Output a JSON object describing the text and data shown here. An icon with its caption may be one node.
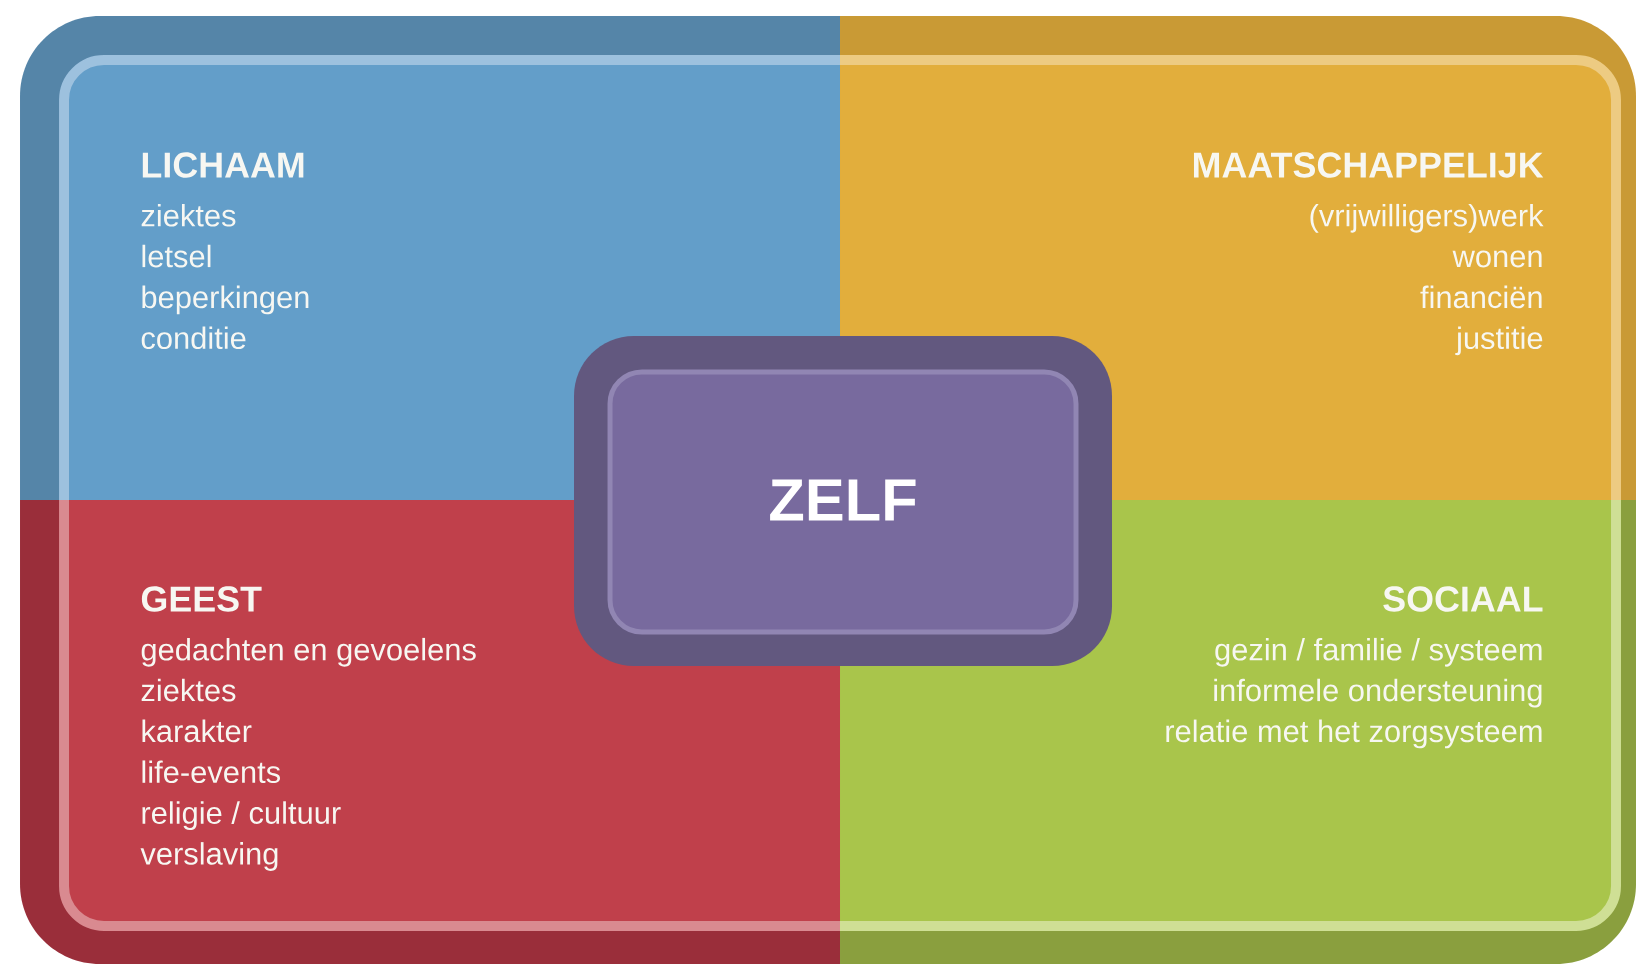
{
  "diagram": {
    "nodes": [
      {
        "text": [
          "LICHAAM",
          "ziektes",
          "letsel",
          "beperkingen",
          "conditie"
        ]
      },
      {
        "text": [
          "MAATSCHAPPELIJK",
          "(vrijwilligers)werk",
          "wonen",
          "financiën",
          "justitie"
        ]
      },
      {
        "text": [
          "GEEST",
          "gedachten en gevoelens",
          "ziektes",
          "karakter",
          "life-events",
          "religie / cultuur",
          "verslaving"
        ]
      },
      {
        "text": [
          "SOCIAAL",
          "gezin / familie / systeem",
          "informele ondersteuning",
          "relatie met het zorgsysteem"
        ]
      },
      {
        "text": [
          "ZELF"
        ]
      }
    ],
    "edges": []
  }
}
